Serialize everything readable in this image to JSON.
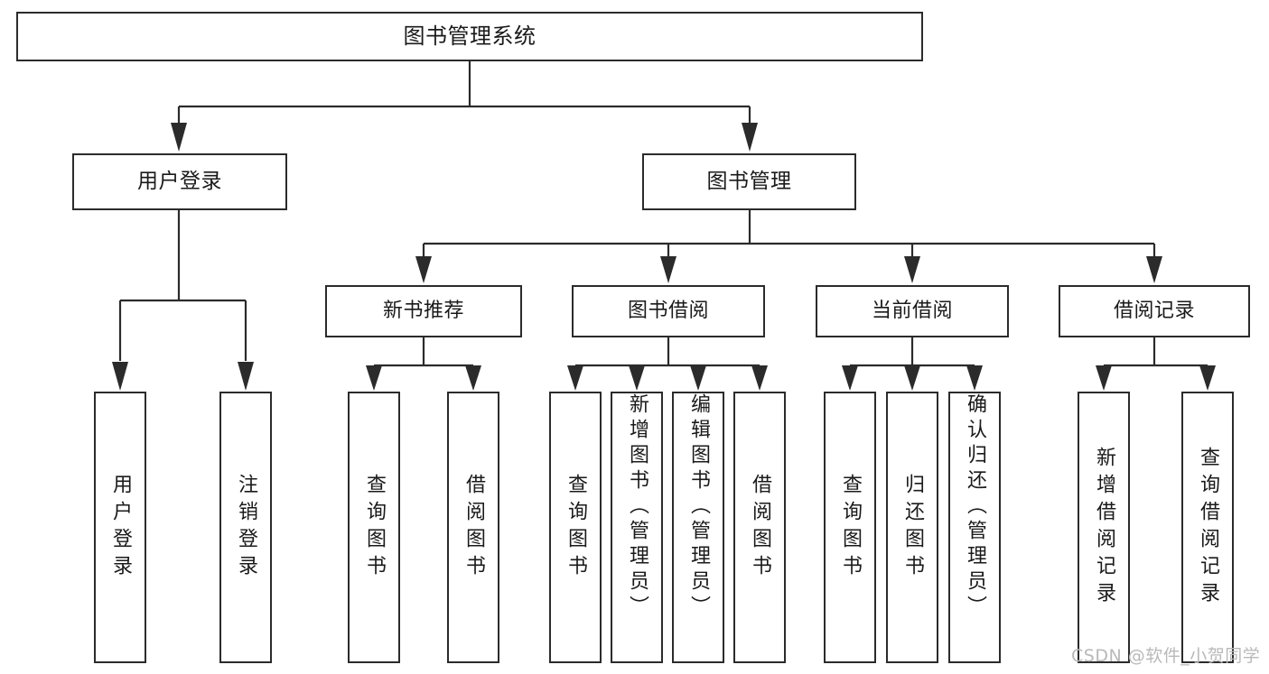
{
  "diagram": {
    "title": "图书管理系统",
    "type": "hierarchy-tree",
    "root": {
      "id": "root",
      "label": "图书管理系统"
    },
    "level2": [
      {
        "id": "user-login",
        "label": "用户登录"
      },
      {
        "id": "book-management",
        "label": "图书管理"
      }
    ],
    "level3": [
      {
        "id": "new-book-recommend",
        "label": "新书推荐"
      },
      {
        "id": "book-borrow",
        "label": "图书借阅"
      },
      {
        "id": "current-borrow",
        "label": "当前借阅"
      },
      {
        "id": "borrow-record",
        "label": "借阅记录"
      }
    ],
    "leaves": {
      "user_login": [
        {
          "id": "leaf-user-login",
          "label": "用户登录"
        },
        {
          "id": "leaf-logout-login",
          "label": "注销登录"
        }
      ],
      "new_book_recommend": [
        {
          "id": "leaf-query-book-1",
          "label": "查询图书"
        },
        {
          "id": "leaf-borrow-book-1",
          "label": "借阅图书"
        }
      ],
      "book_borrow": [
        {
          "id": "leaf-query-book-2",
          "label": "查询图书"
        },
        {
          "id": "leaf-add-book",
          "label": "新增图书（管理员）"
        },
        {
          "id": "leaf-edit-book",
          "label": "编辑图书（管理员）"
        },
        {
          "id": "leaf-borrow-book-2",
          "label": "借阅图书"
        }
      ],
      "current_borrow": [
        {
          "id": "leaf-query-book-3",
          "label": "查询图书"
        },
        {
          "id": "leaf-return-book",
          "label": "归还图书"
        },
        {
          "id": "leaf-confirm-return",
          "label": "确认归还（管理员）"
        }
      ],
      "borrow_record": [
        {
          "id": "leaf-add-record",
          "label": "新增借阅记录"
        },
        {
          "id": "leaf-query-record",
          "label": "查询借阅记录"
        }
      ]
    }
  },
  "watermark": {
    "text": "CSDN @软件_小贺同学"
  },
  "colors": {
    "stroke": "#2b2b2b",
    "background": "#ffffff",
    "text": "#1a1a1a",
    "watermark": "#b9b9b9"
  }
}
